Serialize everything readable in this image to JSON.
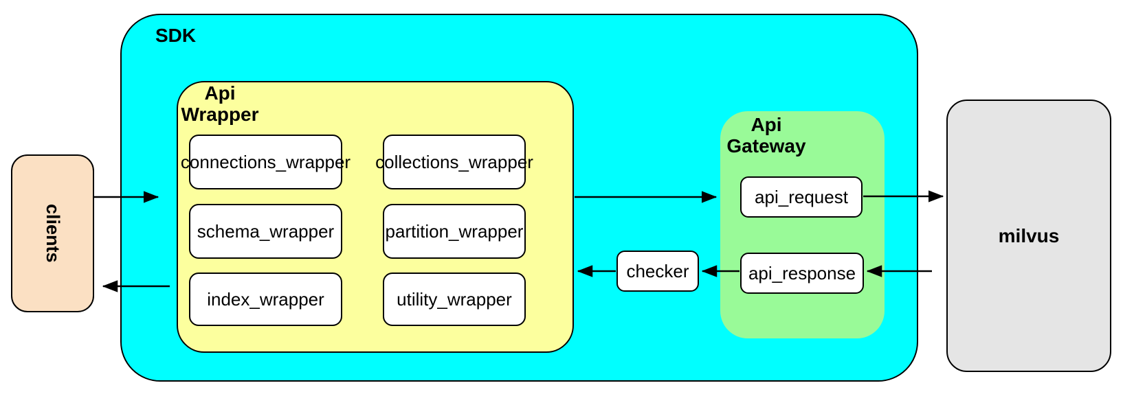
{
  "diagram": {
    "nodes": {
      "clients": {
        "label": "clients"
      },
      "sdk": {
        "label": "SDK"
      },
      "api_wrapper": {
        "label": "Api\nWrapper"
      },
      "connections_wrapper": {
        "label": "connections_wrapper"
      },
      "collections_wrapper": {
        "label": "collections_wrapper"
      },
      "schema_wrapper": {
        "label": "schema_wrapper"
      },
      "partition_wrapper": {
        "label": "partition_wrapper"
      },
      "index_wrapper": {
        "label": "index_wrapper"
      },
      "utility_wrapper": {
        "label": "utility_wrapper"
      },
      "checker": {
        "label": "checker"
      },
      "api_gateway": {
        "label": "Api\nGateway"
      },
      "api_request": {
        "label": "api_request"
      },
      "api_response": {
        "label": "api_response"
      },
      "milvus": {
        "label": "milvus"
      }
    },
    "colors": {
      "sdk_fill": "#00ffff",
      "api_wrapper_fill": "#fcff9e",
      "api_gateway_fill": "#99fa98",
      "clients_fill": "#fbe0c3",
      "milvus_fill": "#e5e5e5",
      "inner_box_fill": "#ffffff",
      "stroke": "#000000"
    },
    "connections": [
      {
        "from": "clients",
        "to": "sdk"
      },
      {
        "from": "sdk",
        "to": "clients"
      },
      {
        "from": "api_wrapper",
        "to": "api_gateway"
      },
      {
        "from": "api_request",
        "to": "milvus"
      },
      {
        "from": "milvus",
        "to": "api_response"
      },
      {
        "from": "api_response",
        "to": "checker"
      },
      {
        "from": "checker",
        "to": "api_wrapper"
      }
    ]
  }
}
